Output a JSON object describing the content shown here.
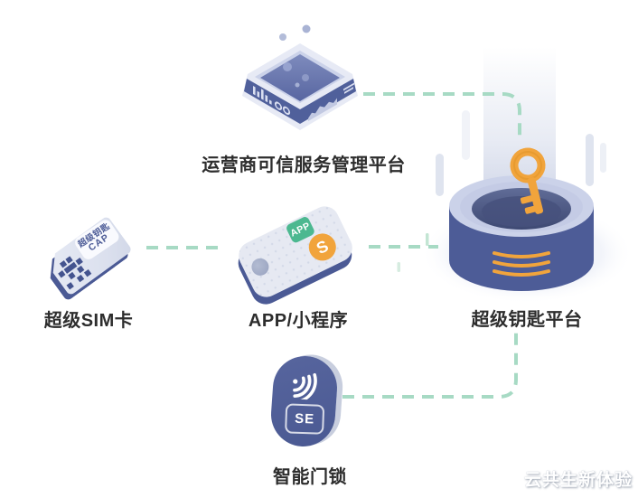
{
  "nodes": {
    "tsm": {
      "label": "运营商可信服务管理平台"
    },
    "sim": {
      "label": "超级SIM卡",
      "card_line1": "超级钥匙",
      "card_line2": "CAP"
    },
    "app": {
      "label": "APP/小程序",
      "app_badge": "APP",
      "mini_program_symbol": "S"
    },
    "platform": {
      "label": "超级钥匙平台"
    },
    "lock": {
      "label": "智能门锁",
      "se_badge": "SE"
    }
  },
  "watermark": "云共生新体验",
  "colors": {
    "connector_green": "#a7dac4",
    "dark_blue": "#4d5c97",
    "panel_blue": "#5f6da8",
    "light_body": "#e6e9f3",
    "orange": "#f1a43c",
    "badge_green": "#4cb890",
    "label_text": "#2d2d2d"
  }
}
